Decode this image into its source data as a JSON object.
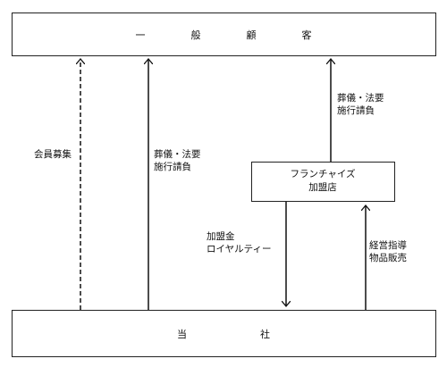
{
  "boxes": {
    "customer": "一　般　顧　客",
    "company": "当　　社",
    "franchise_line1": "フランチャイズ",
    "franchise_line2": "加盟店"
  },
  "labels": {
    "recruit": "会員募集",
    "funeral_direct": "葬儀・法要\n施行請負",
    "funeral_franchise": "葬儀・法要\n施行請負",
    "fees": "加盟金\nロイヤルティー",
    "guidance": "経営指導\n物品販売"
  }
}
